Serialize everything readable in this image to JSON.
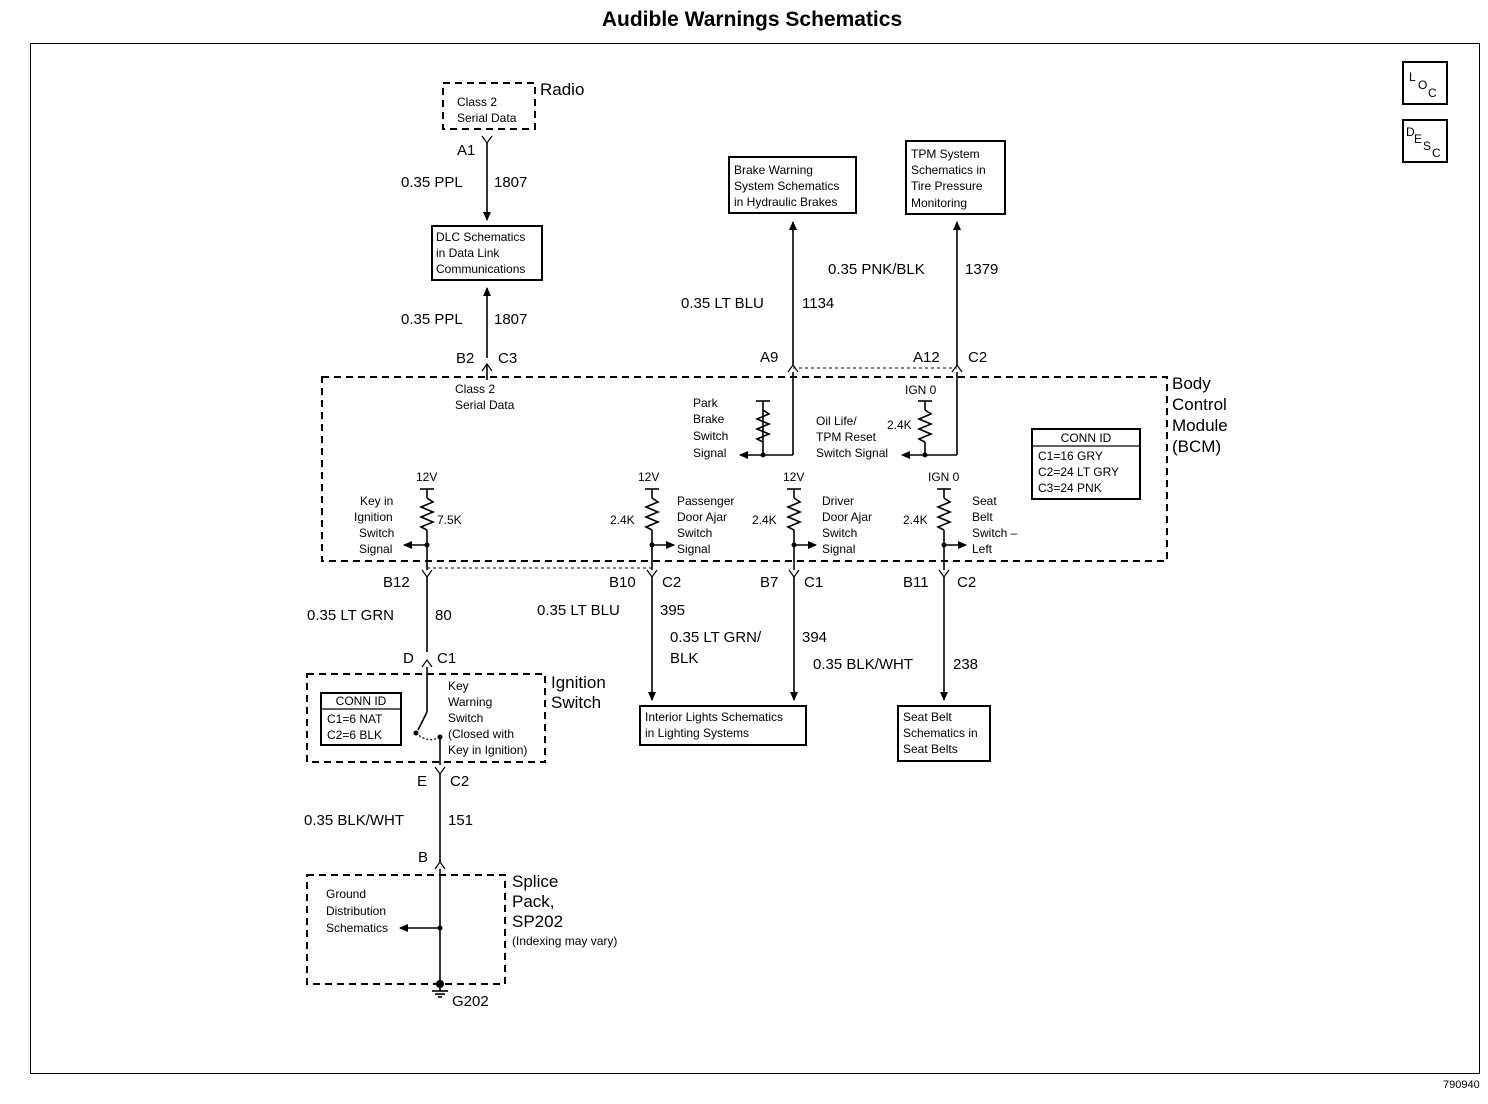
{
  "title": "Audible Warnings Schematics",
  "figure_number": "790940",
  "icons": {
    "loc": "loc-icon",
    "desc": "desc-icon"
  },
  "icon_letters": {
    "loc": [
      "L",
      "O",
      "C"
    ],
    "desc": [
      "D",
      "E",
      "S",
      "C"
    ]
  },
  "radio": {
    "name": "Radio",
    "lines": [
      "Class 2",
      "Serial Data"
    ],
    "pin": "A1"
  },
  "wire_radio": {
    "gauge": "0.35 PPL",
    "circuit": "1807"
  },
  "dlc": {
    "lines": [
      "DLC Schematics",
      "in Data Link",
      "Communications"
    ]
  },
  "wire_dlc": {
    "gauge": "0.35 PPL",
    "circuit": "1807"
  },
  "brake_box": {
    "lines": [
      "Brake Warning",
      "System Schematics",
      "in Hydraulic Brakes"
    ]
  },
  "tpm_box": {
    "lines": [
      "TPM System",
      "Schematics in",
      "Tire Pressure",
      "Monitoring"
    ]
  },
  "wire_brake": {
    "gauge": "0.35 LT BLU",
    "circuit": "1134"
  },
  "wire_tpm": {
    "gauge": "0.35 PNK/BLK",
    "circuit": "1379"
  },
  "bcm": {
    "name_lines": [
      "Body",
      "Control",
      "Module",
      "(BCM)"
    ],
    "pins_top": {
      "b2": "B2",
      "c3": "C3",
      "a9": "A9",
      "a12": "A12",
      "c2": "C2"
    },
    "class2_lines": [
      "Class 2",
      "Serial Data"
    ],
    "park_brake_lines": [
      "Park",
      "Brake",
      "Switch",
      "Signal"
    ],
    "oil_life_lines": [
      "Oil Life/",
      "TPM Reset",
      "Switch Signal"
    ],
    "ign0": "IGN 0",
    "r_oil": "2.4K",
    "conn_id": {
      "title": "CONN ID",
      "rows": [
        "C1=16 GRY",
        "C2=24 LT GRY",
        "C3=24 PNK"
      ]
    },
    "v12": "12V",
    "key_lines": [
      "Key in",
      "Ignition",
      "Switch",
      "Signal"
    ],
    "r_key": "7.5K",
    "pass_lines": [
      "Passenger",
      "Door Ajar",
      "Switch",
      "Signal"
    ],
    "r_pass": "2.4K",
    "driver_lines": [
      "Driver",
      "Door Ajar",
      "Switch",
      "Signal"
    ],
    "r_driver": "2.4K",
    "seat_lines": [
      "Seat",
      "Belt",
      "Switch –",
      "Left"
    ],
    "r_seat": "2.4K",
    "pins_bottom": {
      "b12": "B12",
      "b10": "B10",
      "c2a": "C2",
      "b7": "B7",
      "c1": "C1",
      "b11": "B11",
      "c2b": "C2"
    }
  },
  "wire_key": {
    "gauge": "0.35 LT GRN",
    "circuit": "80"
  },
  "wire_pass": {
    "gauge": "0.35 LT BLU",
    "circuit": "395"
  },
  "wire_driver": {
    "gauge_lines": [
      "0.35 LT GRN/",
      "BLK"
    ],
    "circuit": "394"
  },
  "wire_seat": {
    "gauge": "0.35 BLK/WHT",
    "circuit": "238"
  },
  "interior_box": {
    "lines": [
      "Interior Lights Schematics",
      "in Lighting Systems"
    ]
  },
  "seatbelt_box": {
    "lines": [
      "Seat Belt",
      "Schematics in",
      "Seat Belts"
    ]
  },
  "ignition": {
    "name_lines": [
      "Ignition",
      "Switch"
    ],
    "pin_top": {
      "d": "D",
      "c1": "C1"
    },
    "conn_id": {
      "title": "CONN ID",
      "rows": [
        "C1=6 NAT",
        "C2=6 BLK"
      ]
    },
    "switch_lines": [
      "Key",
      "Warning",
      "Switch",
      "(Closed with",
      "Key in Ignition)"
    ],
    "pin_bottom": {
      "e": "E",
      "c2": "C2"
    }
  },
  "wire_ground": {
    "gauge": "0.35 BLK/WHT",
    "circuit": "151"
  },
  "splice": {
    "pin": "B",
    "name_lines": [
      "Splice",
      "Pack,",
      "SP202"
    ],
    "note": "(Indexing may vary)",
    "ground_lines": [
      "Ground",
      "Distribution",
      "Schematics"
    ],
    "ground_label": "G202"
  }
}
